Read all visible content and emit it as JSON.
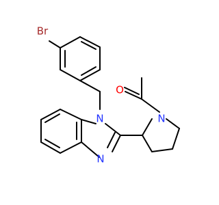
{
  "molecule": {
    "atoms": {
      "br": {
        "symbol": "Br",
        "color": "#a52a2a"
      },
      "n_benzyl": {
        "symbol": "N",
        "color": "#2233ff"
      },
      "n_imine": {
        "symbol": "N",
        "color": "#2233ff"
      },
      "n_pyrrolidine": {
        "symbol": "N",
        "color": "#2233ff"
      },
      "o_carbonyl": {
        "symbol": "O",
        "color": "#ff0000"
      }
    }
  }
}
